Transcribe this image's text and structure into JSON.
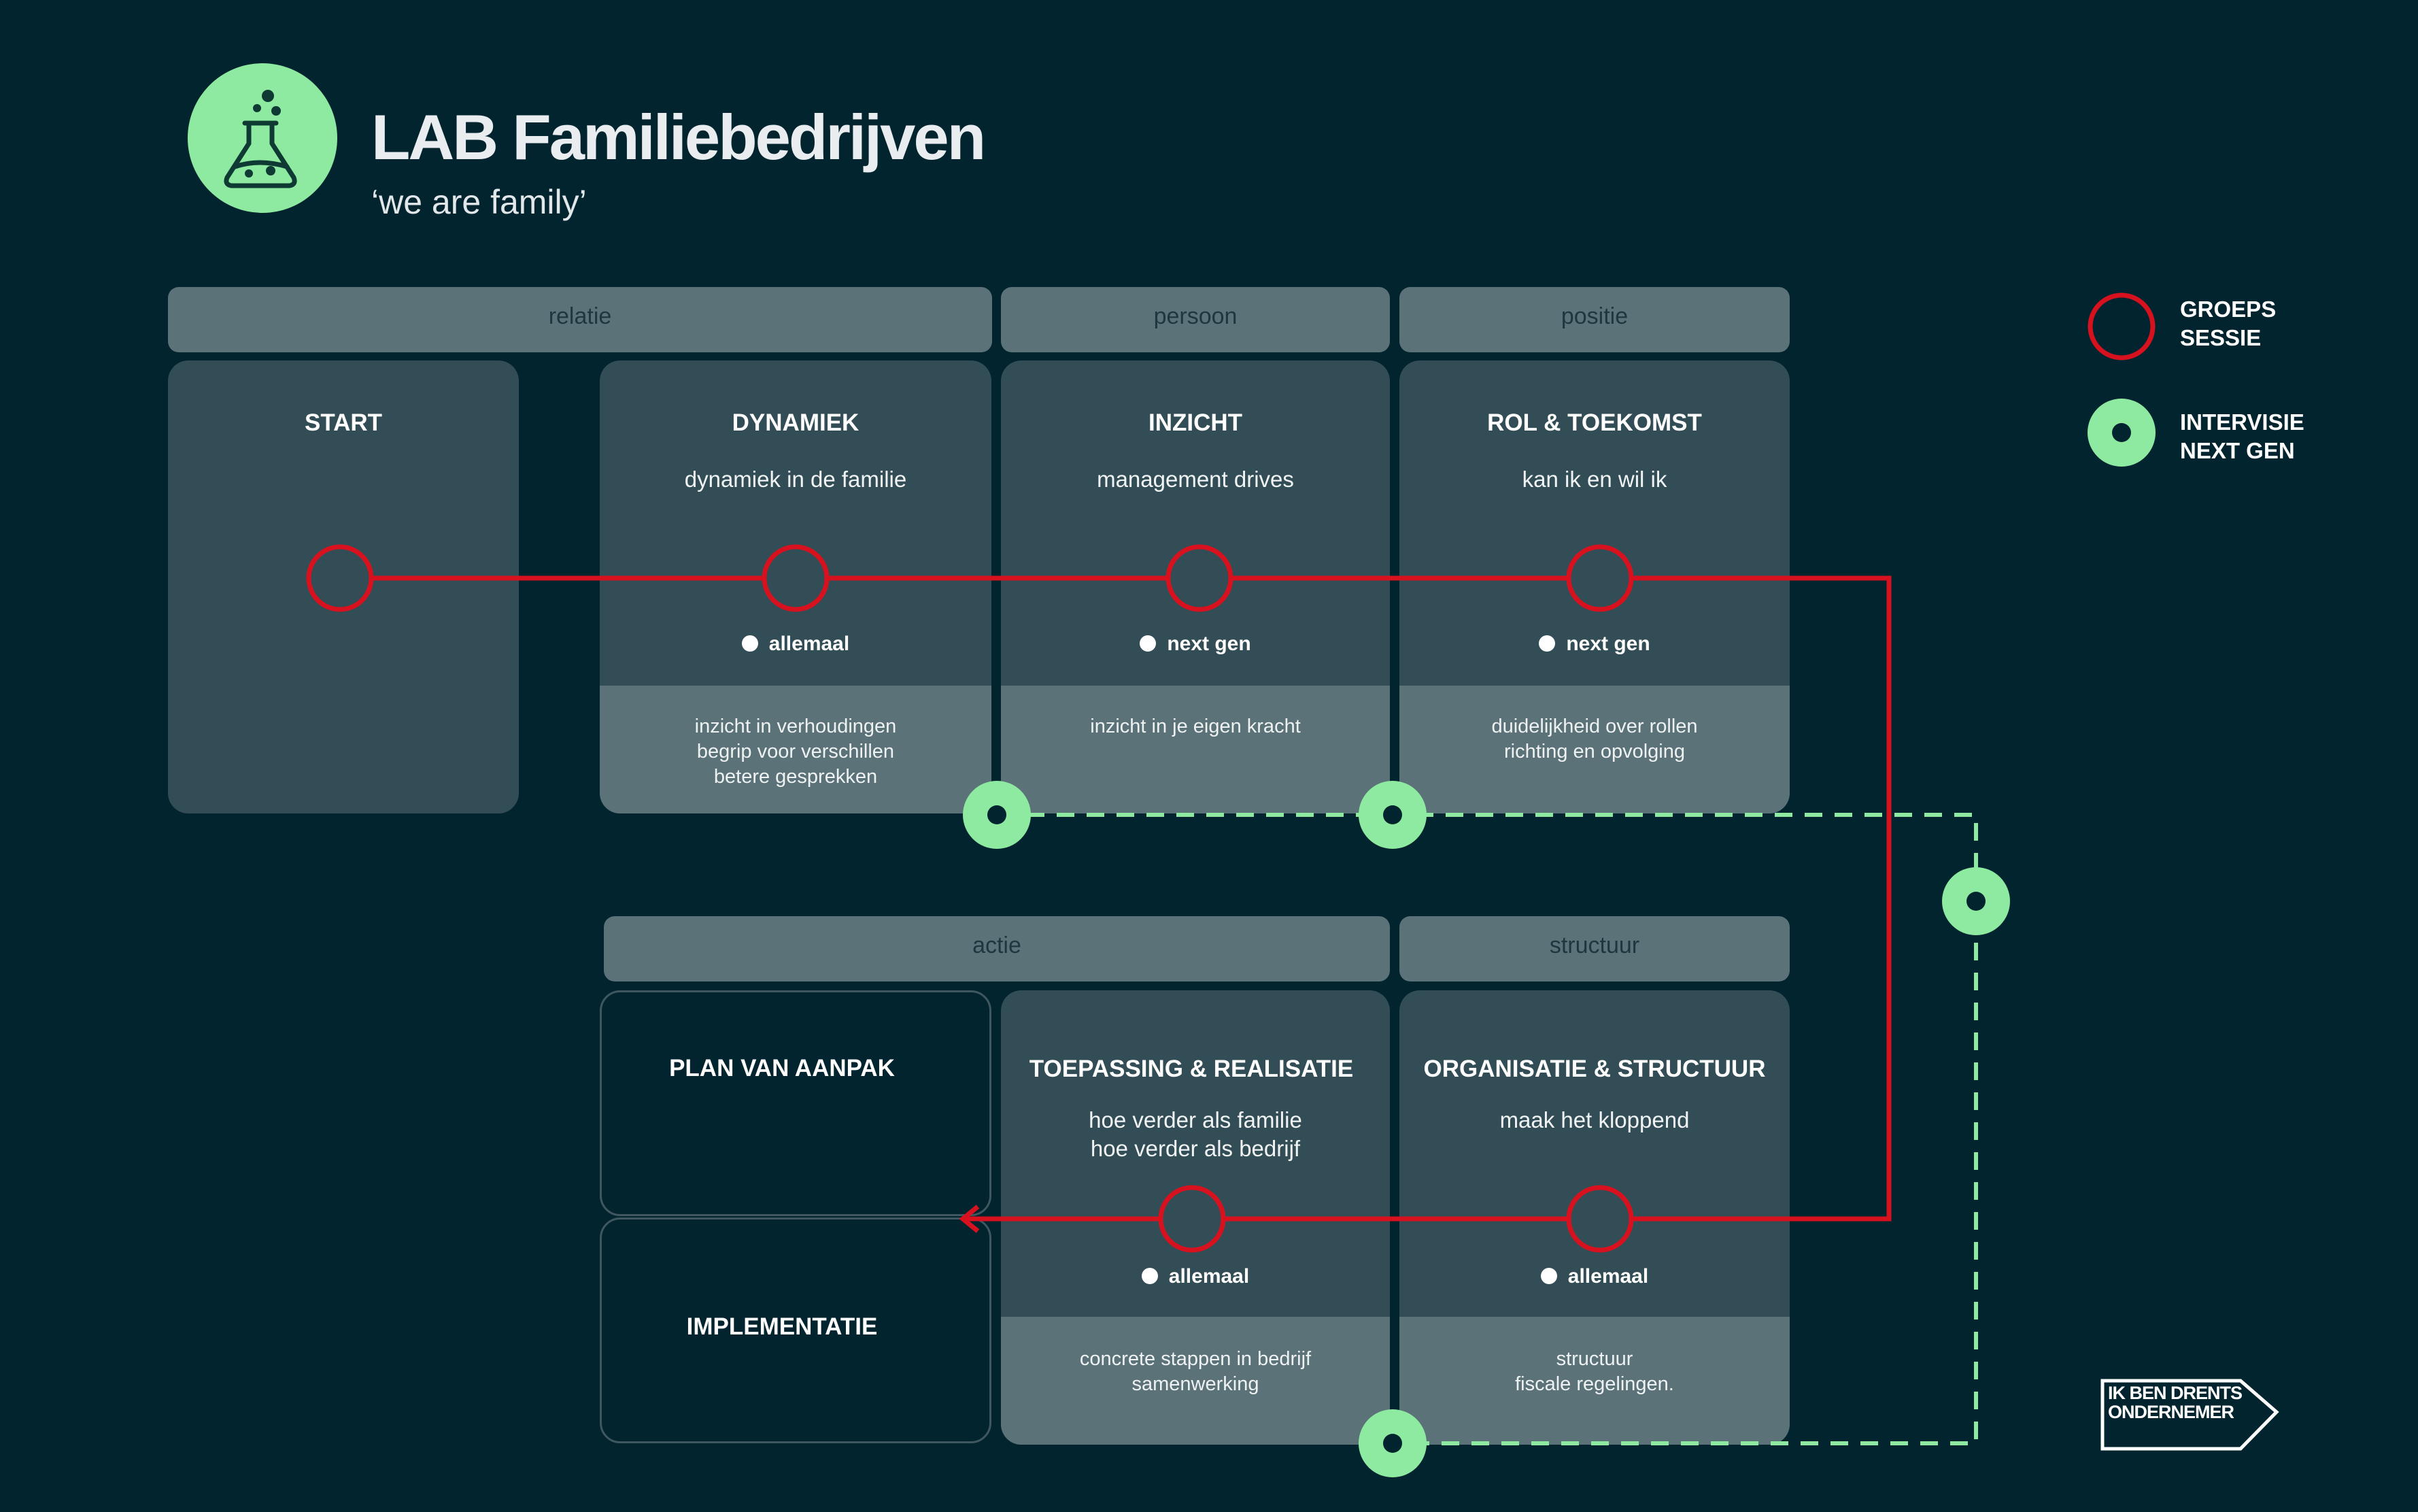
{
  "header": {
    "title": "LAB Familiebedrijven",
    "subtitle": "‘we are family’",
    "logo_icon": "flask-icon"
  },
  "columns": {
    "top": [
      "relatie",
      "persoon",
      "positie"
    ],
    "bottom": [
      "actie",
      "structuur"
    ]
  },
  "cards": {
    "start": {
      "title": "START"
    },
    "dynamiek": {
      "title": "DYNAMIEK",
      "subtitle": "dynamiek in de familie",
      "who": "allemaal",
      "lines": [
        "inzicht in verhoudingen",
        "begrip voor verschillen",
        "betere gesprekken"
      ]
    },
    "inzicht": {
      "title": "INZICHT",
      "subtitle": "management drives",
      "who": "next gen",
      "lines": [
        "inzicht in je eigen kracht"
      ]
    },
    "rol": {
      "title": "ROL & TOEKOMST",
      "subtitle": "kan ik en wil ik",
      "who": "next gen",
      "lines": [
        "duidelijkheid over rollen",
        "richting en opvolging"
      ]
    },
    "plan": {
      "title": "PLAN VAN AANPAK"
    },
    "implementatie": {
      "title": "IMPLEMENTATIE"
    },
    "toepassing": {
      "title": "TOEPASSING & REALISATIE",
      "subtitle_lines": [
        "hoe verder als familie",
        "hoe verder als bedrijf"
      ],
      "who": "allemaal",
      "lines": [
        "concrete stappen in bedrijf",
        "samenwerking"
      ]
    },
    "organisatie": {
      "title": "ORGANISATIE & STRUCTUUR",
      "subtitle": "maak het kloppend",
      "who": "allemaal",
      "lines": [
        "structuur",
        "fiscale regelingen."
      ]
    }
  },
  "legend": {
    "groep": {
      "line1": "GROEPS",
      "line2": "SESSIE",
      "color": "#d8111f"
    },
    "intervisie": {
      "line1": "INTERVISIE",
      "line2": "NEXT GEN",
      "color": "#8deaa0"
    }
  },
  "brand": {
    "line1": "IK BEN DRENTS",
    "line2": "ONDERNEMER"
  },
  "colors": {
    "background": "#02242f",
    "path_red": "#d8111f",
    "path_green": "#8deaa0",
    "header_bar": "#5b7278",
    "card": "#324d56"
  }
}
